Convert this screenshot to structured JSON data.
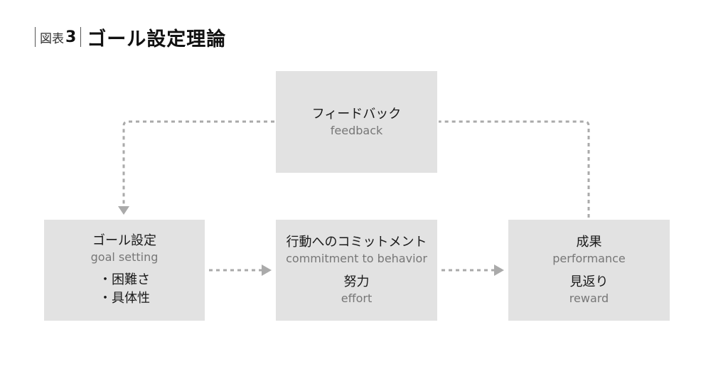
{
  "header": {
    "label": "図表",
    "number": "3",
    "title": "ゴール設定理論"
  },
  "feedback": {
    "jp": "フィードバック",
    "en": "feedback"
  },
  "goal": {
    "jp": "ゴール設定",
    "en": "goal setting",
    "items": [
      "・困難さ",
      "・具体性"
    ]
  },
  "commitment": {
    "jp": "行動へのコミットメント",
    "en": "commitment to behavior",
    "jp2": "努力",
    "en2": "effort"
  },
  "performance": {
    "jp": "成果",
    "en": "performance",
    "jp2": "見返り",
    "en2": "reward"
  },
  "colors": {
    "box_fill": "#e2e2e2",
    "arrow": "#aaaaaa"
  }
}
